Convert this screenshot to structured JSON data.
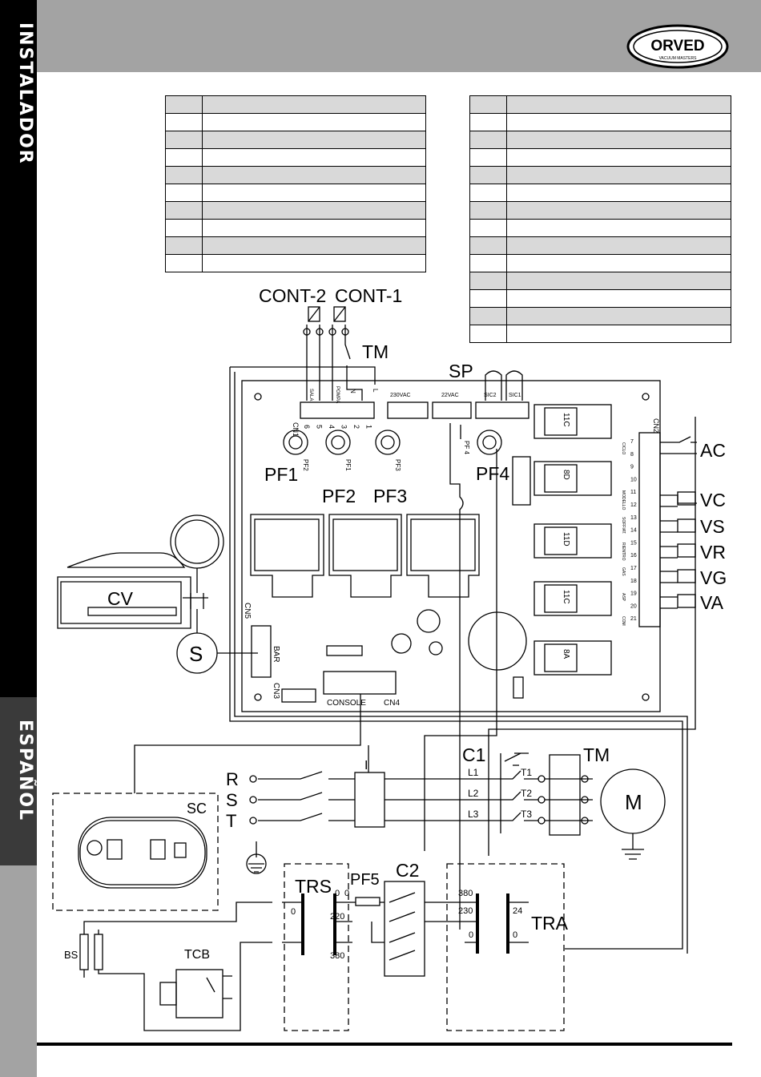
{
  "side_tabs": {
    "top": "INSTALADOR",
    "bottom": "ESPAÑOL"
  },
  "logo": {
    "text": "ORVED",
    "tagline": "VACUUM MASTERS"
  },
  "legend_left_rows": 10,
  "legend_right_rows": 14,
  "labels": {
    "cont2": "CONT-2",
    "cont1": "CONT-1",
    "tm_top": "TM",
    "sp": "SP",
    "cn1": "CN1",
    "cn2": "CN2",
    "cn3": "CN3",
    "cn4": "CN4",
    "cn5": "CN5",
    "console": "CONSOLE",
    "bar": "BAR",
    "pf1": "PF1",
    "pf2": "PF2",
    "pf3": "PF3",
    "pf4": "PF4",
    "pf1_small": "PF1",
    "pf2_small": "PF2",
    "pf3_small": "PF3",
    "pf4_small": "PF 4",
    "pf5": "PF5",
    "v230": "230VAC",
    "v22": "22VAC",
    "sic2": "SIC2",
    "sic1": "SIC1",
    "sala": "SALA",
    "pompa": "POMPA",
    "n": "N",
    "l": "L",
    "cv": "CV",
    "s": "S",
    "sc": "SC",
    "bs": "BS",
    "tcb": "TCB",
    "trs": "TRS",
    "tra": "TRA",
    "c1": "C1",
    "c2": "C2",
    "i": "I",
    "tm_motor": "TM",
    "m": "M",
    "r": "R",
    "s_phase": "S",
    "t": "T",
    "l1": "L1",
    "l2": "L2",
    "l3": "L3",
    "t1": "T1",
    "t2": "T2",
    "t3": "T3",
    "ac": "AC",
    "vc": "VC",
    "vs": "VS",
    "vr": "VR",
    "vg": "VG",
    "va": "VA",
    "trs_0a": "0",
    "trs_0b": "0",
    "trs_0c": "0",
    "trs_220": "220",
    "trs_380": "380",
    "tra_380": "380",
    "tra_230": "230",
    "tra_0": "0",
    "tra_24": "24",
    "tra_0b": "0",
    "cn1_pins": [
      "6",
      "5",
      "4",
      "3",
      "2",
      "1"
    ],
    "cn2_pins": [
      "7",
      "8",
      "9",
      "10",
      "11",
      "12",
      "13",
      "14",
      "15",
      "16",
      "17",
      "18",
      "19",
      "20",
      "21"
    ],
    "cn2_groups": [
      "CICLO",
      "MODELLO",
      "SOFFIAT.",
      "RIENTRO",
      "GAS",
      "ASP",
      "COM"
    ],
    "relays": [
      "11C",
      "8D",
      "11D",
      "11C",
      "8A"
    ]
  }
}
